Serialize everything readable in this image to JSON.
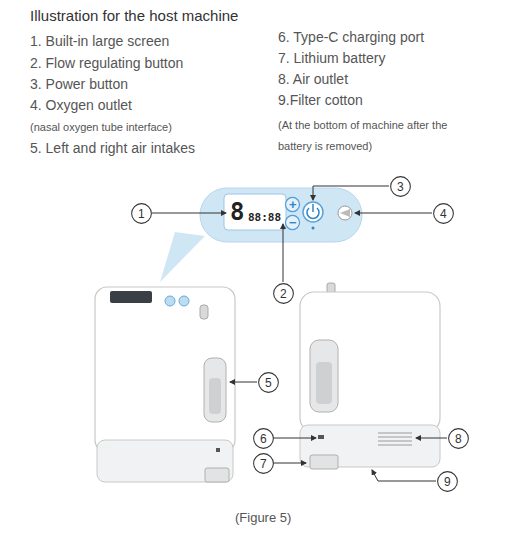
{
  "diagram": {
    "title": "Illustration for the host machine",
    "caption": "(Figure 5)",
    "nodes": [
      {
        "text": [
          "3"
        ]
      },
      {
        "text": [
          "1"
        ]
      },
      {
        "text": [
          "8",
          "88:88"
        ]
      },
      {
        "text": [
          "+"
        ]
      },
      {
        "text": [
          "−"
        ]
      },
      {
        "text": [
          "4"
        ]
      },
      {
        "text": [
          "2"
        ]
      },
      {
        "text": [
          "5"
        ]
      },
      {
        "text": [
          "6"
        ]
      },
      {
        "text": [
          "8"
        ]
      },
      {
        "text": [
          "7"
        ]
      },
      {
        "text": [
          "9"
        ]
      }
    ],
    "labels": [
      "1. Built-in large screen",
      "2. Flow regulating button",
      "3. Power button",
      "4. Oxygen outlet",
      "(nasal oxygen tube interface)",
      "5. Left and right air intakes",
      "6. Type-C charging port",
      "7. Lithium battery",
      "8. Air outlet",
      "9.Filter cotton",
      "(At the bottom of machine after the battery is removed)"
    ]
  }
}
